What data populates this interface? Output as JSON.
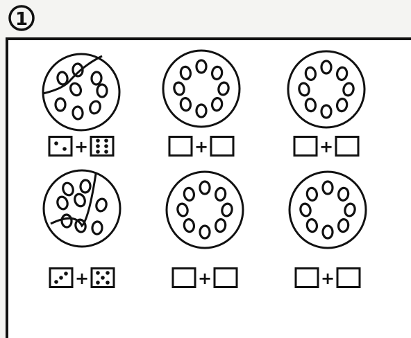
{
  "exercise": {
    "number": "1",
    "plus_sign": "+"
  },
  "tasks": [
    {
      "dots": 8,
      "split": true,
      "left_count": 2,
      "right_count": 6,
      "filled": true
    },
    {
      "dots": 8,
      "split": false,
      "filled": false
    },
    {
      "dots": 8,
      "split": false,
      "filled": false
    },
    {
      "dots": 8,
      "split": true,
      "left_count": 3,
      "right_count": 5,
      "filled": true
    },
    {
      "dots": 8,
      "split": false,
      "filled": false
    },
    {
      "dots": 8,
      "split": false,
      "filled": false
    }
  ]
}
